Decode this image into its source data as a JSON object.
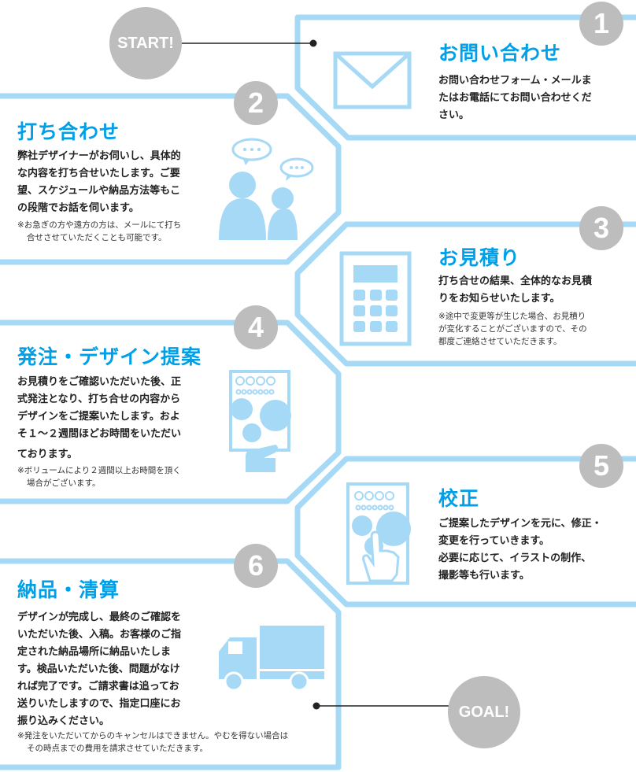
{
  "colors": {
    "border": "#a6d9f5",
    "title": "#00a0e9",
    "badge": "#bdbdbd",
    "text": "#222222"
  },
  "start_label": "START!",
  "goal_label": "GOAL!",
  "steps": [
    {
      "number": "1",
      "title": "お問い合わせ",
      "icon": "envelope-icon",
      "body": [
        "お問い合わせフォーム・メールま",
        "たはお電話にてお問い合わせくだ",
        "さい。"
      ],
      "note": []
    },
    {
      "number": "2",
      "title": "打ち合わせ",
      "icon": "people-chat-icon",
      "body": [
        "弊社デザイナーがお伺いし、具体的",
        "な内容を打ち合せいたします。ご要",
        "望、スケジュールや納品方法等もこ",
        "の段階でお話を伺います。"
      ],
      "note": [
        "※お急ぎの方や遠方の方は、メールにて打ち",
        "合せさせていただくことも可能です。"
      ]
    },
    {
      "number": "3",
      "title": "お見積り",
      "icon": "calculator-icon",
      "body": [
        "打ち合せの結果、全体的なお見積",
        "りをお知らせいたします。"
      ],
      "note": [
        "※途中で変更等が生じた場合、お見積り",
        "が変化することがございますので、その",
        "都度ご連絡させていただきます。"
      ]
    },
    {
      "number": "4",
      "title": "発注・デザイン提案",
      "icon": "design-proposal-icon",
      "body": [
        "お見積りをご確認いただいた後、正",
        "式発注となり、打ち合せの内容から",
        "デザインをご提案いたします。およ",
        "そ１～２週間ほどお時間をいただい",
        "ております。"
      ],
      "note": [
        "※ボリュームにより２週間以上お時間を頂く",
        "場合がございます。"
      ]
    },
    {
      "number": "5",
      "title": "校正",
      "icon": "proofreading-icon",
      "body": [
        "ご提案したデザインを元に、修正・",
        "変更を行っていきます。",
        "必要に応じて、イラストの制作、",
        "撮影等も行います。"
      ],
      "note": []
    },
    {
      "number": "6",
      "title": "納品・清算",
      "icon": "delivery-truck-icon",
      "body": [
        "デザインが完成し、最終のご確認を",
        "いただいた後、入稿。お客様のご指",
        "定された納品場所に納品いたしま",
        "す。検品いただいた後、問題がなけ",
        "れば完了です。ご請求書は追ってお",
        "送りいたしますので、指定口座にお",
        "振り込みください。"
      ],
      "note": [
        "※発注をいただいてからのキャンセルはできません。やむを得ない場合は",
        "その時点までの費用を請求させていただきます。"
      ]
    }
  ]
}
